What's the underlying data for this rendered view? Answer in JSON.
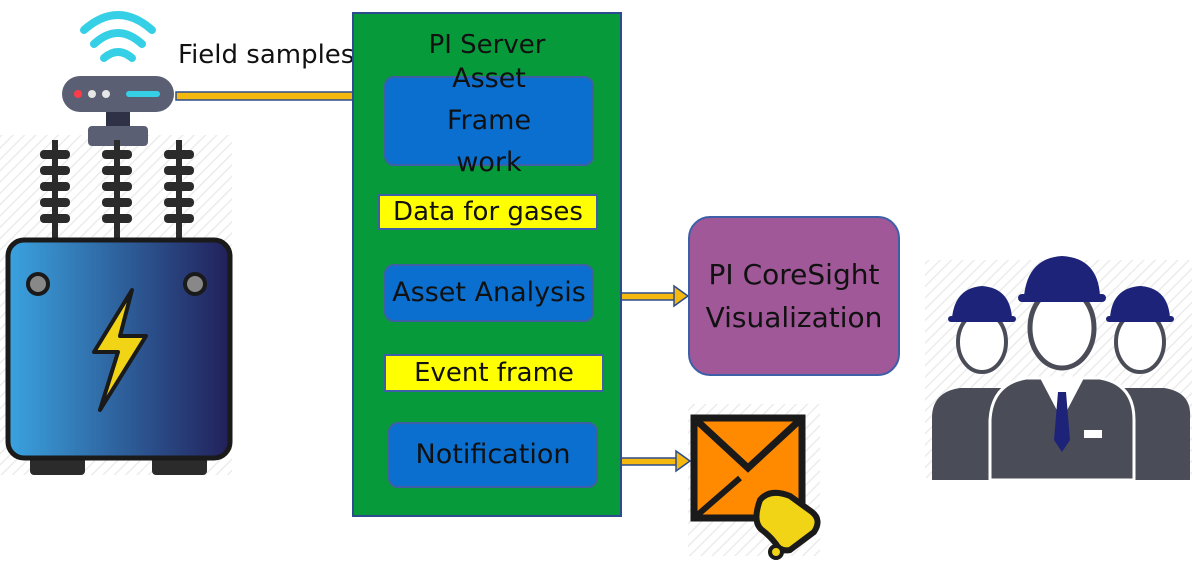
{
  "diagram": {
    "server_title": "PI Server",
    "field_label": "Field samples",
    "boxes": {
      "asset_framework": "Asset Frame work",
      "data_for_gases": "Data for gases",
      "asset_analysis": "Asset Analysis",
      "event_frame": "Event frame",
      "notification": "Notification",
      "coresight": "PI CoreSight Visualization"
    },
    "icons": [
      "wifi-router-icon",
      "transformer-icon",
      "envelope-bell-icon",
      "engineers-icon"
    ],
    "colors": {
      "server": "#079a3a",
      "blue_box": "#0b6fd0",
      "yellow_box": "#ffff00",
      "purple_box": "#a05898",
      "arrow": "#f5b80f"
    }
  }
}
